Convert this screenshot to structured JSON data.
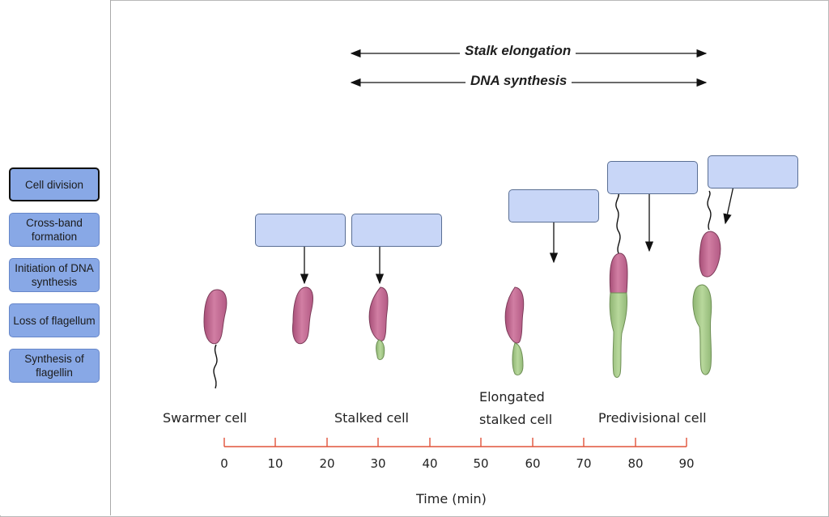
{
  "sidebar": {
    "chips": [
      {
        "label": "Cell division",
        "selected": true
      },
      {
        "label": "Cross-band formation",
        "selected": false
      },
      {
        "label": "Initiation of DNA synthesis",
        "selected": false
      },
      {
        "label": "Loss of flagellum",
        "selected": false
      },
      {
        "label": "Synthesis of flagellin",
        "selected": false
      }
    ]
  },
  "diagram": {
    "bars": {
      "stalk": "Stalk elongation",
      "dna": "DNA synthesis"
    },
    "stage_labels": {
      "swarmer": "Swarmer cell",
      "stalked": "Stalked cell",
      "elongated_line1": "Elongated",
      "elongated_line2": "stalked cell",
      "predivisional": "Predivisional cell"
    },
    "axis": {
      "ticks": [
        "0",
        "10",
        "20",
        "30",
        "40",
        "50",
        "60",
        "70",
        "80",
        "90"
      ],
      "title": "Time (min)"
    },
    "colors": {
      "cell_pink": "#c96a93",
      "stalk_green": "#a8cc8c",
      "axis_red": "#e0533a",
      "chip_blue": "#88a8e6",
      "drop_blue": "#c8d6f7"
    }
  }
}
